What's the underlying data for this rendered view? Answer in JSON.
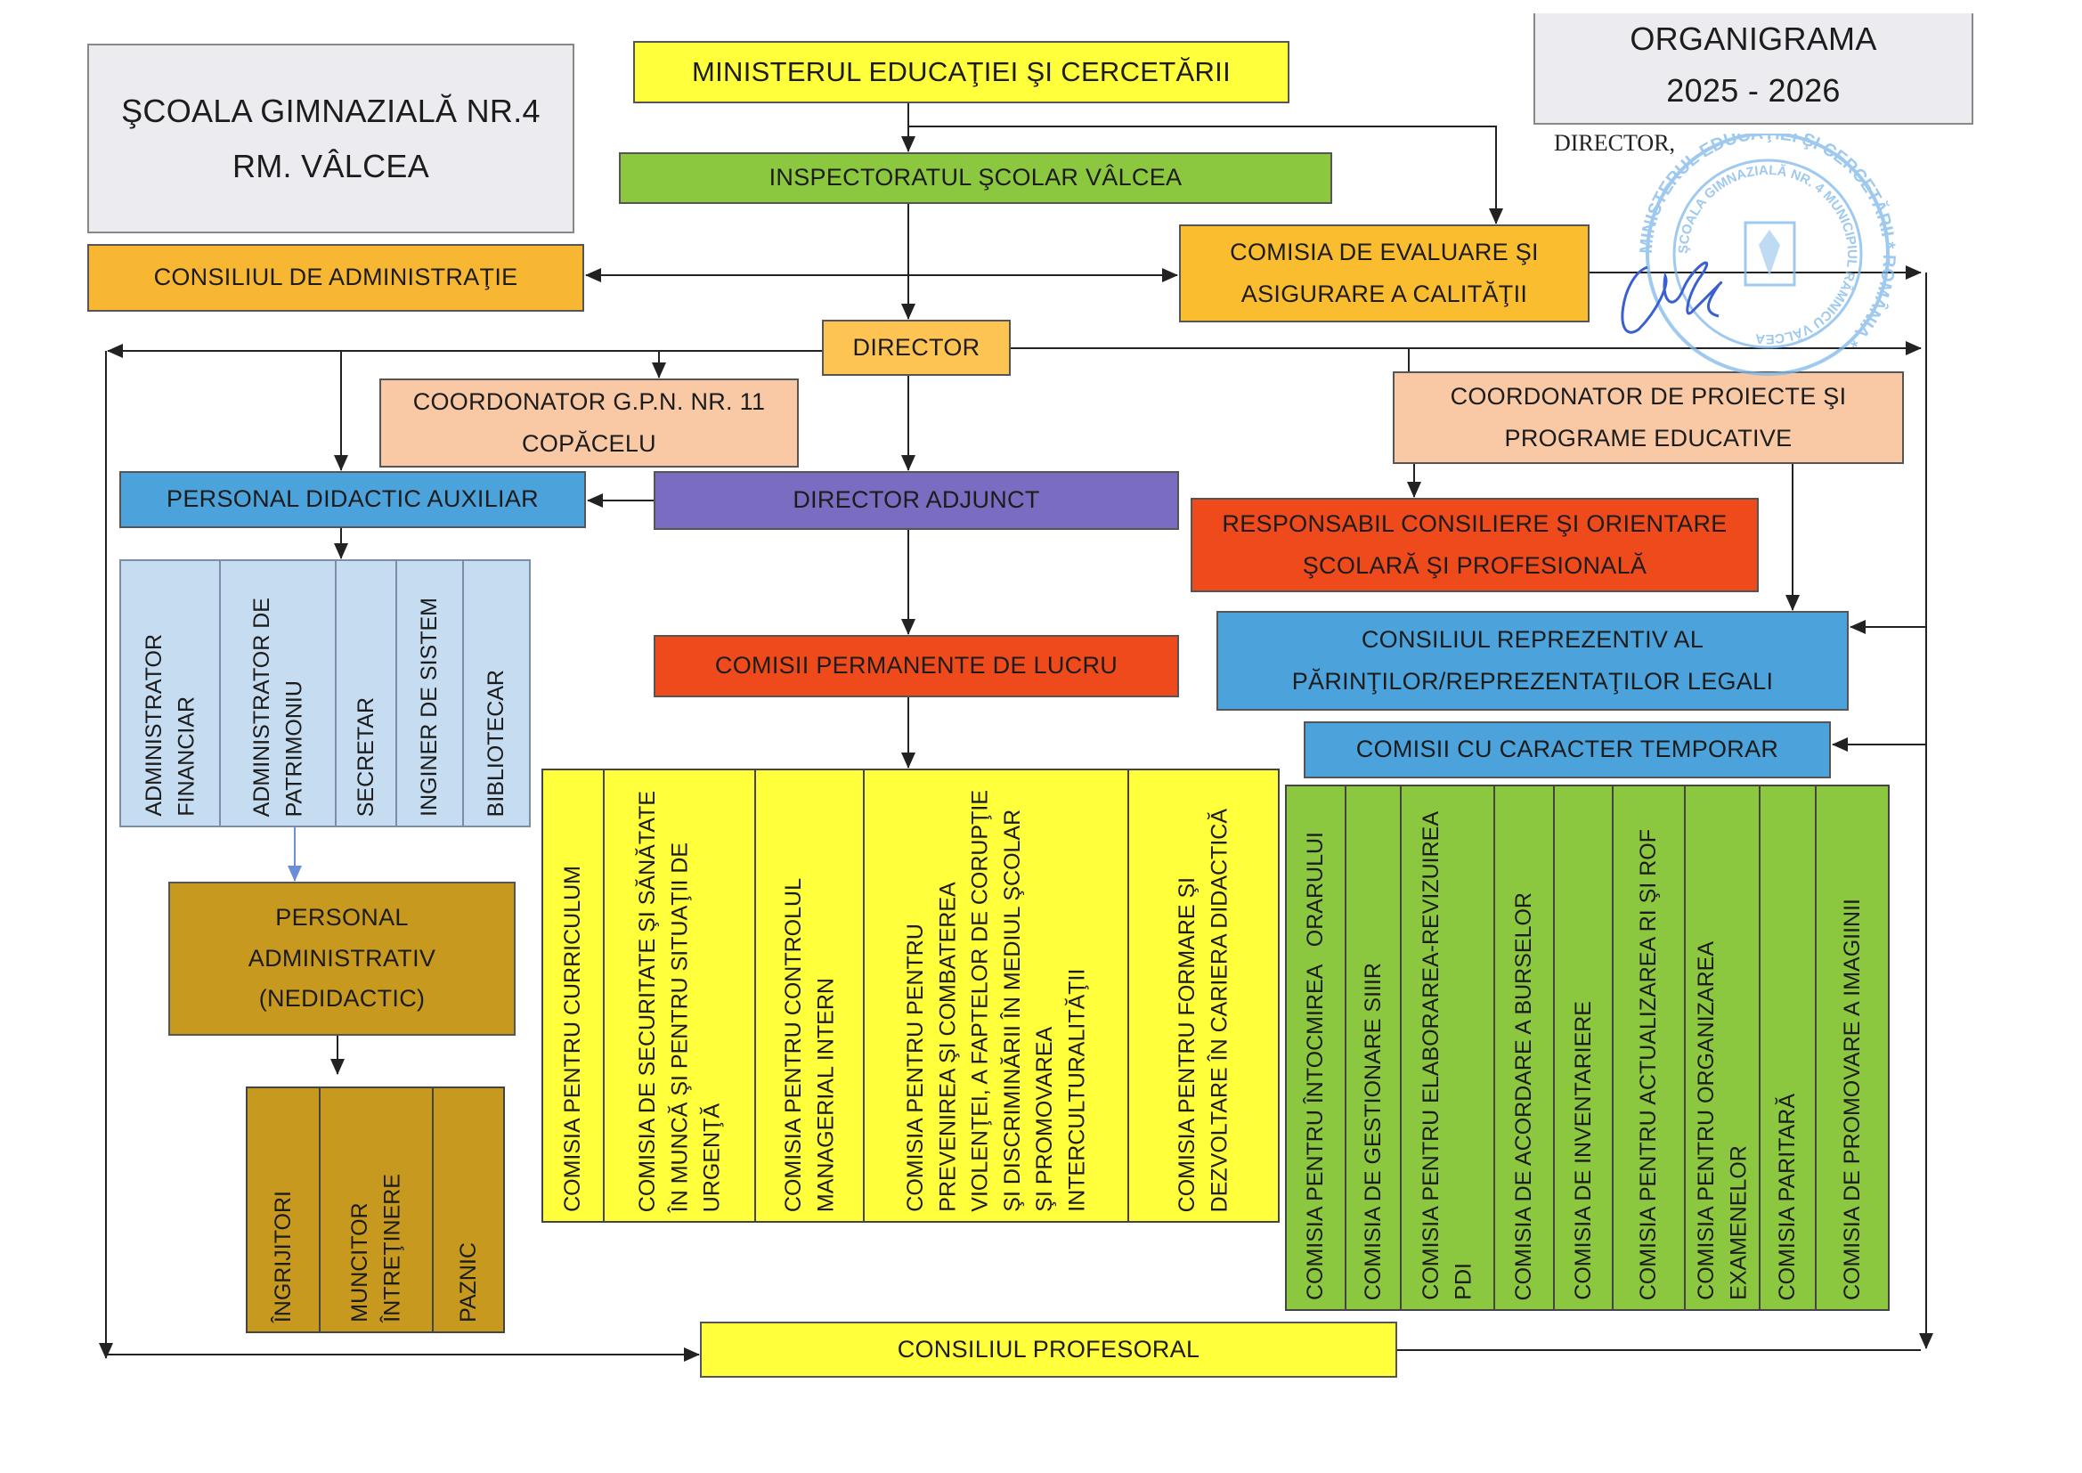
{
  "school": {
    "line1": "ŞCOALA GIMNAZIALĂ NR.4",
    "line2": "RM. VÂLCEA"
  },
  "header": {
    "title": "ORGANIGRAMA",
    "year": "2025 - 2026"
  },
  "ministry": "MINISTERUL EDUCAŢIEI ŞI CERCETĂRII",
  "inspectorate": "INSPECTORATUL ŞCOLAR VÂLCEA",
  "admin_council": "CONSILIUL DE ADMINISTRAŢIE",
  "quality_commission": {
    "line1": "COMISIA DE EVALUARE ŞI",
    "line2": "ASIGURARE  A CALITĂŢII"
  },
  "director": "DIRECTOR",
  "gpn_coordinator": {
    "line1": "COORDONATOR G.P.N. NR. 11",
    "line2": "COPĂCELU"
  },
  "projects_coordinator": {
    "line1": "COORDONATOR DE PROIECTE ŞI",
    "line2": "PROGRAME EDUCATIVE"
  },
  "auxiliary_staff": "PERSONAL DIDACTIC AUXILIAR",
  "deputy_director": "DIRECTOR ADJUNCT",
  "counseling": {
    "line1": "RESPONSABIL CONSILIERE ŞI ORIENTARE",
    "line2": "ŞCOLARĂ ŞI PROFESIONALĂ"
  },
  "parents_council": {
    "line1": "CONSILIUL REPREZENTIV AL",
    "line2": "PĂRINŢILOR/REPREZENTAŢILOR LEGALI"
  },
  "permanent_commissions": "COMISII PERMANENTE DE LUCRU",
  "temporary_commissions": "COMISII CU CARACTER TEMPORAR",
  "auxiliary_roles": [
    "ADMINISTRATOR\nFINANCIAR",
    "ADMINISTRATOR DE\nPATRIMONIU",
    "SECRETAR",
    "INGINER DE SISTEM",
    "BIBLIOTECAR"
  ],
  "admin_staff": {
    "line1": "PERSONAL",
    "line2": "ADMINISTRATIV",
    "line3": "(NEDIDACTIC)"
  },
  "admin_roles": [
    "ÎNGRIJITORI",
    "MUNCITOR\nÎNTREŢINERE",
    "PAZNIC"
  ],
  "permanent_list": [
    "COMISIA PENTRU CURRICULUM",
    "COMISIA DE SECURITATE ŞI SĂNĂTATE\nÎN MUNCĂ ŞI PENTRU SITUAŢII DE\nURGENŢĂ",
    "COMISIA PENTRU CONTROLUL\nMANAGERIAL INTERN",
    "COMISIA PENTRU PENTRU\nPREVENIREA ŞI COMBATEREA\nVIOLENŢEI, A FAPTELOR DE CORUPŢIE\nŞI DISCRIMINĂRII ÎN MEDIUL ŞCOLAR\nŞI PROMOVAREA\nINTERCULTURALITĂŢII",
    "COMISIA PENTRU FORMARE ŞI\nDEZVOLTARE ÎN CARIERA DIDACTICĂ"
  ],
  "temporary_list": [
    "COMISIA PENTRU ÎNTOCMIREA   ORARULUI",
    "COMISIA DE GESTIONARE SIIIR",
    "COMISIA PENTRU ELABORAREA-REVIZUIREA\nPDI",
    "COMISIA DE ACORDARE A BURSELOR",
    "COMISIA DE INVENTARIERE",
    "COMISIA PENTRU ACTUALIZAREA RI ŞI ROF",
    "COMISIA PENTRU ORGANIZAREA\nEXAMENELOR",
    "COMISIA PARITARĂ",
    "COMISIA DE PROMOVARE A IMAGIINII"
  ],
  "teachers_council": "CONSILIUL  PROFESORAL",
  "signature": {
    "label": "DIRECTOR,",
    "stamp_outer": "MINISTERUL EDUCAŢIEI ŞI CERCETĂRII * ROMÂNIA *",
    "stamp_inner": "ŞCOALA GIMNAZIALĂ NR. 4 MUNICIPIUL RÂMNICU VÂLCEA, JUDEŢUL VÂLCEA"
  },
  "colors": {
    "ministry": "#ffff3c",
    "inspectorate": "#8cc83f",
    "stamp": "#7fb8ea"
  }
}
